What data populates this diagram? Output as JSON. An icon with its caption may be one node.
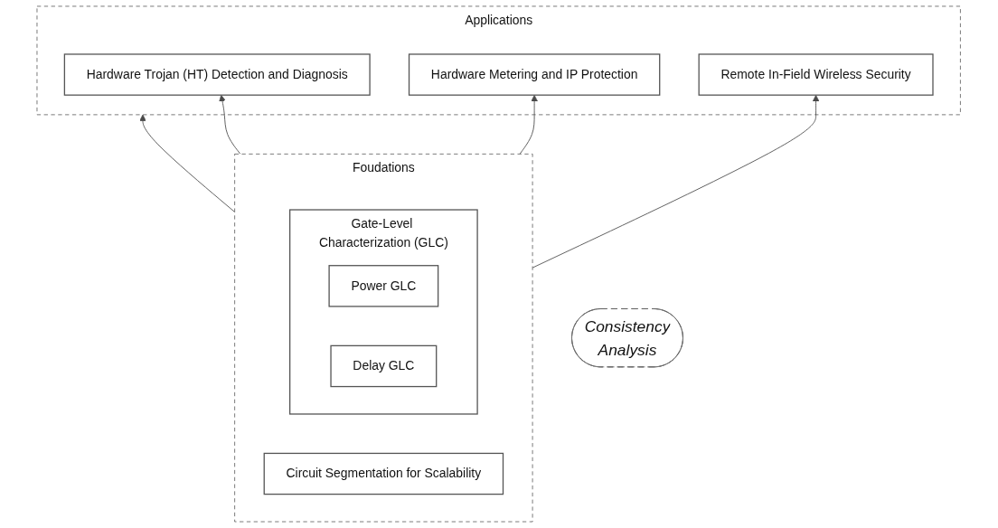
{
  "diagram": {
    "nodes": [
      {
        "text": [
          "Applications"
        ]
      },
      {
        "text": [
          "Hardware Trojan (HT) Detection and Diagnosis"
        ],
        "in": 0
      },
      {
        "text": [
          "Hardware Metering and IP Protection"
        ],
        "in": 0
      },
      {
        "text": [
          "Remote In-Field Wireless Security"
        ],
        "in": 0
      },
      {
        "text": [
          "Consistency",
          "Analysis"
        ]
      },
      {
        "text": [
          "Foudations"
        ]
      },
      {
        "text": [
          "Circuit Segmentation for Scalability"
        ],
        "in": 5
      },
      {
        "text": [
          "Gate-Level Characterization (GLC)"
        ],
        "in": 5
      },
      {
        "text": [
          "Power GLC"
        ],
        "in": 7
      },
      {
        "text": [
          "Delay GLC"
        ],
        "in": 7
      }
    ],
    "edges": [
      {
        "from": 5,
        "to": 0,
        "arrow": "to"
      },
      {
        "from": 5,
        "to": 1,
        "arrow": "to"
      },
      {
        "from": 5,
        "to": 2,
        "arrow": "to"
      },
      {
        "from": 5,
        "to": 3,
        "arrow": "to"
      }
    ]
  }
}
